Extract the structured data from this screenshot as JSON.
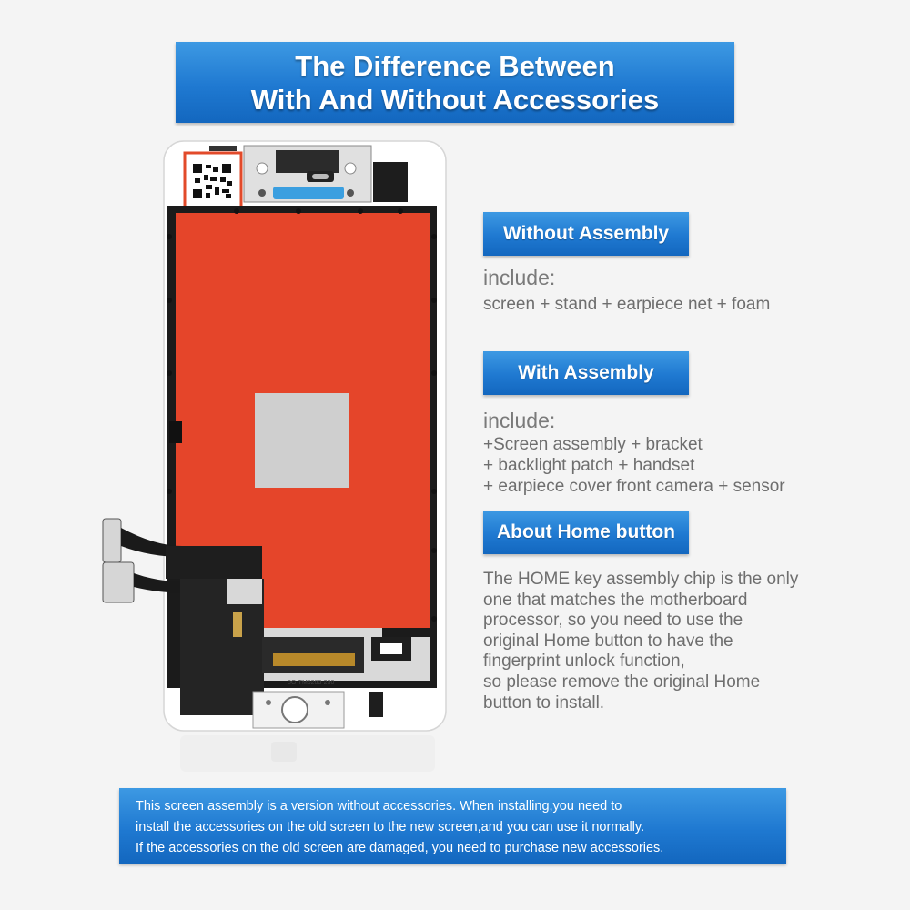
{
  "title": {
    "line1": "The Difference Between",
    "line2": "With And Without Accessories"
  },
  "sections": {
    "without": {
      "label": "Without Assembly",
      "include_label": "include:",
      "items": [
        "screen + stand + earpiece net + foam"
      ]
    },
    "with": {
      "label": "With Assembly",
      "include_label": "include:",
      "items": [
        "+Screen assembly + bracket",
        "+ backlight patch + handset",
        "+ earpiece cover front camera + sensor"
      ]
    },
    "home": {
      "label": "About Home button",
      "lines": [
        "The HOME key assembly chip is the only",
        "one that matches the motherboard",
        "processor, so you need to use the",
        "original Home button to have the",
        "fingerprint unlock function,",
        "so please remove the original Home",
        "button to install."
      ]
    }
  },
  "product": {
    "flex_label": "8G-TM5283-230"
  },
  "note": {
    "lines": [
      "This screen assembly is a version without accessories. When installing,you need to",
      "install the accessories on the old screen to the new screen,and you can use it normally.",
      "If the accessories on the old screen are damaged, you need to purchase new accessories."
    ]
  },
  "colors": {
    "accent_blue": "#1f79d1",
    "panel_red": "#e5452a",
    "text_gray": "#6e6e6e"
  }
}
